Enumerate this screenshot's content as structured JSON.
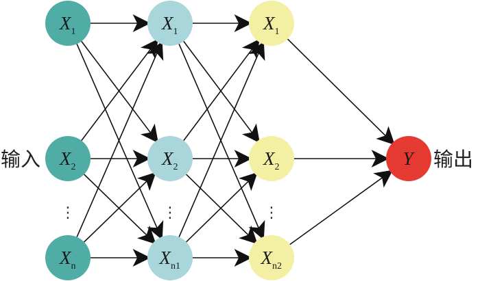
{
  "colors": {
    "input": "#4fada6",
    "hidden1": "#a9d6da",
    "hidden2": "#f4f0a3",
    "output": "#e53a32",
    "edge": "#111111"
  },
  "labels": {
    "input": "输入",
    "output": "输出"
  },
  "layers": [
    {
      "id": "input",
      "nodes": [
        {
          "id": "in-1",
          "symbol": "X",
          "sub": "1"
        },
        {
          "id": "in-2",
          "symbol": "X",
          "sub": "2"
        },
        {
          "id": "in-n",
          "symbol": "X",
          "sub": "n"
        }
      ]
    },
    {
      "id": "hidden1",
      "nodes": [
        {
          "id": "h1-1",
          "symbol": "X",
          "sub": "1"
        },
        {
          "id": "h1-2",
          "symbol": "X",
          "sub": "2"
        },
        {
          "id": "h1-n1",
          "symbol": "X",
          "sub": "n1"
        }
      ]
    },
    {
      "id": "hidden2",
      "nodes": [
        {
          "id": "h2-1",
          "symbol": "X",
          "sub": "1"
        },
        {
          "id": "h2-2",
          "symbol": "X",
          "sub": "2"
        },
        {
          "id": "h2-n2",
          "symbol": "X",
          "sub": "n2"
        }
      ]
    },
    {
      "id": "output",
      "nodes": [
        {
          "id": "out-y",
          "symbol": "Y",
          "sub": ""
        }
      ]
    }
  ],
  "ellipsis": "⋮"
}
